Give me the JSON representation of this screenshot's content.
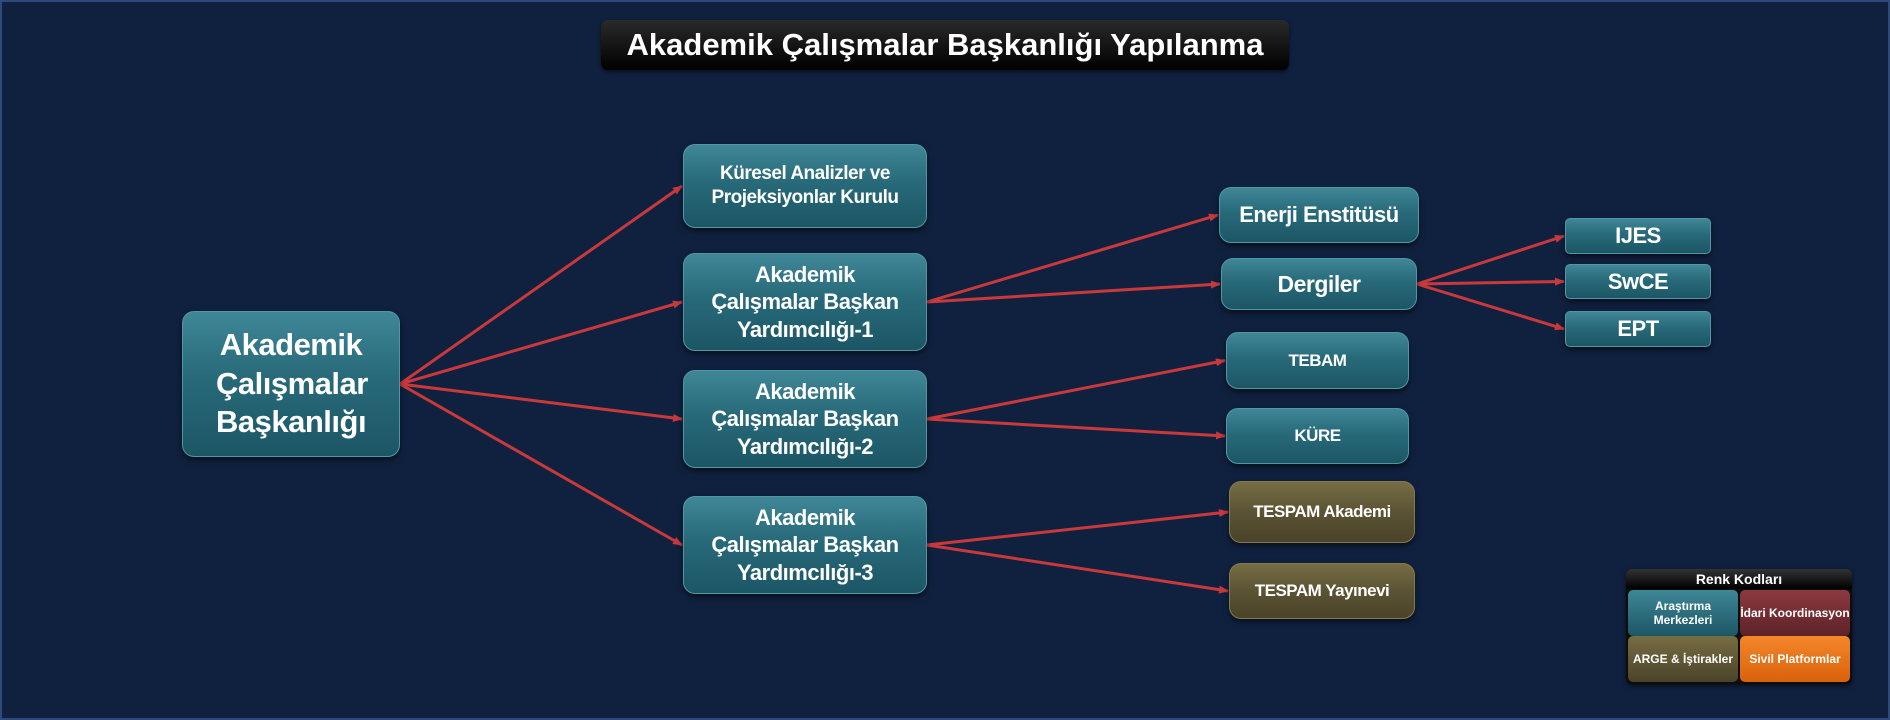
{
  "title": "Akademik Çalışmalar Başkanlığı Yapılanma",
  "nodes": {
    "root": "Akademik Çalışmalar Başkanlığı",
    "kurul": "Küresel Analizler ve Projeksiyonlar Kurulu",
    "vp1": "Akademik Çalışmalar Başkan Yardımcılığı-1",
    "vp2": "Akademik Çalışmalar Başkan Yardımcılığı-2",
    "vp3": "Akademik Çalışmalar Başkan Yardımcılığı-3",
    "enerji": "Enerji Enstitüsü",
    "dergiler": "Dergiler",
    "tebam": "TEBAM",
    "kure": "KÜRE",
    "tespam_akademi": "TESPAM Akademi",
    "tespam_yayinevi": "TESPAM Yayınevi",
    "ijes": "IJES",
    "swce": "SwCE",
    "ept": "EPT"
  },
  "edges": [
    [
      "root",
      "kurul"
    ],
    [
      "root",
      "vp1"
    ],
    [
      "root",
      "vp2"
    ],
    [
      "root",
      "vp3"
    ],
    [
      "vp1",
      "enerji"
    ],
    [
      "vp1",
      "dergiler"
    ],
    [
      "vp2",
      "tebam"
    ],
    [
      "vp2",
      "kure"
    ],
    [
      "vp3",
      "tespam_akademi"
    ],
    [
      "vp3",
      "tespam_yayinevi"
    ],
    [
      "dergiler",
      "ijes"
    ],
    [
      "dergiler",
      "swce"
    ],
    [
      "dergiler",
      "ept"
    ]
  ],
  "legend": {
    "title": "Renk Kodları",
    "research": "Araştırma Merkezleri",
    "admin": "İdari Koordinasyon",
    "rnd": "ARGE & İştirakler",
    "civil": "Sivil Platformlar"
  },
  "colors": {
    "background": "#10213f",
    "research": "#286a7a",
    "admin": "#6e2a30",
    "rnd": "#5b5334",
    "civil": "#f07a1e",
    "arrow": "#c9393c"
  }
}
